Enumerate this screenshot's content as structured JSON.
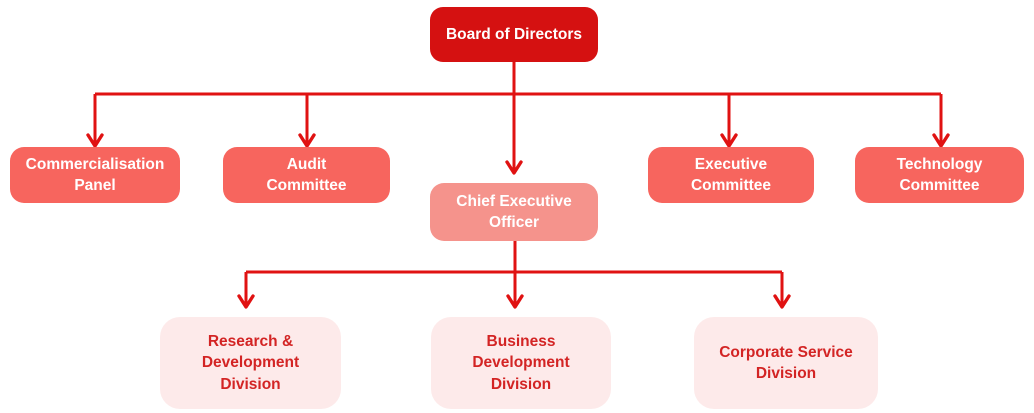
{
  "colors": {
    "background": "#ffffff",
    "root_fill": "#d51111",
    "root_text": "#ffffff",
    "committee_fill": "#f7655e",
    "committee_text": "#ffffff",
    "ceo_fill": "#f5938c",
    "ceo_text": "#ffffff",
    "division_fill": "#fdeaea",
    "division_text": "#d32424",
    "line_color": "#e01212"
  },
  "nodes": {
    "board": {
      "label": "Board of Directors"
    },
    "commercialisation_panel": {
      "label": "Commercialisation\nPanel"
    },
    "audit_committee": {
      "label": "Audit\nCommittee"
    },
    "chief_executive_officer": {
      "label": "Chief Executive\nOfficer"
    },
    "executive_committee": {
      "label": "Executive\nCommittee"
    },
    "technology_committee": {
      "label": "Technology\nCommittee"
    },
    "research_development_division": {
      "label": "Research &\nDevelopment\nDivision"
    },
    "business_development_division": {
      "label": "Business\nDevelopment\nDivision"
    },
    "corporate_service_division": {
      "label": "Corporate Service\nDivision"
    }
  },
  "edges": [
    {
      "from": "board",
      "to": "commercialisation_panel"
    },
    {
      "from": "board",
      "to": "audit_committee"
    },
    {
      "from": "board",
      "to": "chief_executive_officer"
    },
    {
      "from": "board",
      "to": "executive_committee"
    },
    {
      "from": "board",
      "to": "technology_committee"
    },
    {
      "from": "chief_executive_officer",
      "to": "research_development_division"
    },
    {
      "from": "chief_executive_officer",
      "to": "business_development_division"
    },
    {
      "from": "chief_executive_officer",
      "to": "corporate_service_division"
    }
  ]
}
